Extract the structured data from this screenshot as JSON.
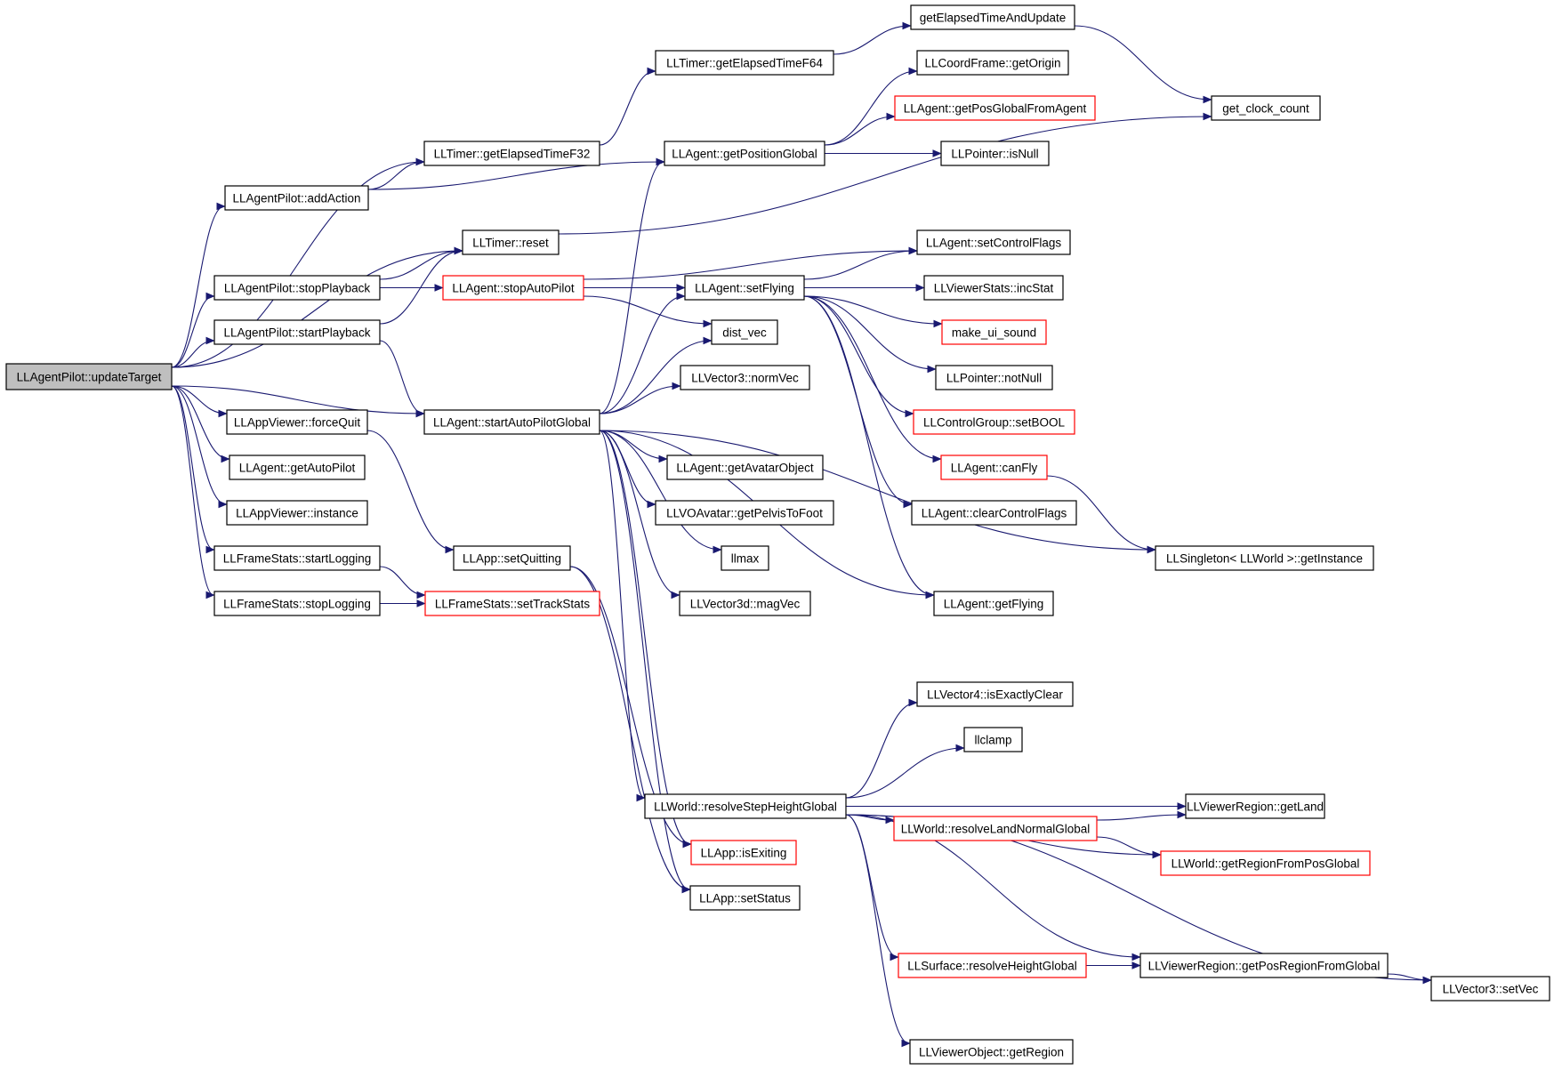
{
  "diagram": {
    "type": "call-graph",
    "nodes": [
      {
        "id": "updateTarget",
        "label": "LLAgentPilot::updateTarget",
        "style": "root"
      },
      {
        "id": "getElapsedTimeF32",
        "label": "LLTimer::getElapsedTimeF32",
        "style": "normal"
      },
      {
        "id": "addAction",
        "label": "LLAgentPilot::addAction",
        "style": "normal"
      },
      {
        "id": "reset",
        "label": "LLTimer::reset",
        "style": "normal"
      },
      {
        "id": "stopPlayback",
        "label": "LLAgentPilot::stopPlayback",
        "style": "normal"
      },
      {
        "id": "startPlayback",
        "label": "LLAgentPilot::startPlayback",
        "style": "normal"
      },
      {
        "id": "forceQuit",
        "label": "LLAppViewer::forceQuit",
        "style": "normal"
      },
      {
        "id": "getAutoPilot",
        "label": "LLAgent::getAutoPilot",
        "style": "normal"
      },
      {
        "id": "appInstance",
        "label": "LLAppViewer::instance",
        "style": "normal"
      },
      {
        "id": "startLogging",
        "label": "LLFrameStats::startLogging",
        "style": "normal"
      },
      {
        "id": "stopLogging",
        "label": "LLFrameStats::stopLogging",
        "style": "normal"
      },
      {
        "id": "getElapsedTimeF64",
        "label": "LLTimer::getElapsedTimeF64",
        "style": "normal"
      },
      {
        "id": "getPositionGlobal",
        "label": "LLAgent::getPositionGlobal",
        "style": "normal"
      },
      {
        "id": "stopAutoPilot",
        "label": "LLAgent::stopAutoPilot",
        "style": "red"
      },
      {
        "id": "startAutoPilotGlobal",
        "label": "LLAgent::startAutoPilotGlobal",
        "style": "normal"
      },
      {
        "id": "setQuitting",
        "label": "LLApp::setQuitting",
        "style": "normal"
      },
      {
        "id": "setTrackStats",
        "label": "LLFrameStats::setTrackStats",
        "style": "red"
      },
      {
        "id": "getElapsedTimeAndUpdate",
        "label": "getElapsedTimeAndUpdate",
        "style": "normal"
      },
      {
        "id": "getOrigin",
        "label": "LLCoordFrame::getOrigin",
        "style": "normal"
      },
      {
        "id": "getPosGlobalFromAgent",
        "label": "LLAgent::getPosGlobalFromAgent",
        "style": "red"
      },
      {
        "id": "isNull",
        "label": "LLPointer::isNull",
        "style": "normal"
      },
      {
        "id": "getClockCount",
        "label": "get_clock_count",
        "style": "normal"
      },
      {
        "id": "setControlFlags",
        "label": "LLAgent::setControlFlags",
        "style": "normal"
      },
      {
        "id": "setFlying",
        "label": "LLAgent::setFlying",
        "style": "normal"
      },
      {
        "id": "incStat",
        "label": "LLViewerStats::incStat",
        "style": "normal"
      },
      {
        "id": "distVec",
        "label": "dist_vec",
        "style": "normal"
      },
      {
        "id": "makeUiSound",
        "label": "make_ui_sound",
        "style": "red"
      },
      {
        "id": "normVec",
        "label": "LLVector3::normVec",
        "style": "normal"
      },
      {
        "id": "notNull",
        "label": "LLPointer::notNull",
        "style": "normal"
      },
      {
        "id": "setBOOL",
        "label": "LLControlGroup::setBOOL",
        "style": "red"
      },
      {
        "id": "getAvatarObject",
        "label": "LLAgent::getAvatarObject",
        "style": "normal"
      },
      {
        "id": "canFly",
        "label": "LLAgent::canFly",
        "style": "red"
      },
      {
        "id": "getPelvisToFoot",
        "label": "LLVOAvatar::getPelvisToFoot",
        "style": "normal"
      },
      {
        "id": "clearControlFlags",
        "label": "LLAgent::clearControlFlags",
        "style": "normal"
      },
      {
        "id": "llmax",
        "label": "llmax",
        "style": "normal"
      },
      {
        "id": "getInstance",
        "label": "LLSingleton< LLWorld >::getInstance",
        "style": "normal"
      },
      {
        "id": "magVec",
        "label": "LLVector3d::magVec",
        "style": "normal"
      },
      {
        "id": "getFlying",
        "label": "LLAgent::getFlying",
        "style": "normal"
      },
      {
        "id": "isExactlyClear",
        "label": "LLVector4::isExactlyClear",
        "style": "normal"
      },
      {
        "id": "llclamp",
        "label": "llclamp",
        "style": "normal"
      },
      {
        "id": "resolveStepHeightGlobal",
        "label": "LLWorld::resolveStepHeightGlobal",
        "style": "normal"
      },
      {
        "id": "resolveLandNormalGlobal",
        "label": "LLWorld::resolveLandNormalGlobal",
        "style": "red"
      },
      {
        "id": "getLand",
        "label": "LLViewerRegion::getLand",
        "style": "normal"
      },
      {
        "id": "isExiting",
        "label": "LLApp::isExiting",
        "style": "red"
      },
      {
        "id": "getRegionFromPosGlobal",
        "label": "LLWorld::getRegionFromPosGlobal",
        "style": "red"
      },
      {
        "id": "setStatus",
        "label": "LLApp::setStatus",
        "style": "normal"
      },
      {
        "id": "resolveHeightGlobal",
        "label": "LLSurface::resolveHeightGlobal",
        "style": "red"
      },
      {
        "id": "getPosRegionFromGlobal",
        "label": "LLViewerRegion::getPosRegionFromGlobal",
        "style": "normal"
      },
      {
        "id": "setVec",
        "label": "LLVector3::setVec",
        "style": "normal"
      },
      {
        "id": "getRegion",
        "label": "LLViewerObject::getRegion",
        "style": "normal"
      }
    ],
    "edges": [
      [
        "updateTarget",
        "getElapsedTimeF32"
      ],
      [
        "updateTarget",
        "addAction"
      ],
      [
        "updateTarget",
        "reset"
      ],
      [
        "updateTarget",
        "stopPlayback"
      ],
      [
        "updateTarget",
        "startPlayback"
      ],
      [
        "updateTarget",
        "startAutoPilotGlobal"
      ],
      [
        "updateTarget",
        "forceQuit"
      ],
      [
        "updateTarget",
        "getAutoPilot"
      ],
      [
        "updateTarget",
        "appInstance"
      ],
      [
        "updateTarget",
        "startLogging"
      ],
      [
        "updateTarget",
        "stopLogging"
      ],
      [
        "addAction",
        "getElapsedTimeF32"
      ],
      [
        "addAction",
        "getPositionGlobal"
      ],
      [
        "stopPlayback",
        "reset"
      ],
      [
        "stopPlayback",
        "stopAutoPilot"
      ],
      [
        "startPlayback",
        "reset"
      ],
      [
        "startPlayback",
        "startAutoPilotGlobal"
      ],
      [
        "forceQuit",
        "setQuitting"
      ],
      [
        "startLogging",
        "setTrackStats"
      ],
      [
        "stopLogging",
        "setTrackStats"
      ],
      [
        "getElapsedTimeF32",
        "getElapsedTimeF64"
      ],
      [
        "getElapsedTimeF64",
        "getElapsedTimeAndUpdate"
      ],
      [
        "getElapsedTimeAndUpdate",
        "getClockCount"
      ],
      [
        "reset",
        "getClockCount"
      ],
      [
        "getPositionGlobal",
        "getOrigin"
      ],
      [
        "getPositionGlobal",
        "getPosGlobalFromAgent"
      ],
      [
        "getPositionGlobal",
        "isNull"
      ],
      [
        "stopAutoPilot",
        "setControlFlags"
      ],
      [
        "stopAutoPilot",
        "setFlying"
      ],
      [
        "stopAutoPilot",
        "distVec"
      ],
      [
        "startAutoPilotGlobal",
        "getPositionGlobal"
      ],
      [
        "startAutoPilotGlobal",
        "setFlying"
      ],
      [
        "startAutoPilotGlobal",
        "distVec"
      ],
      [
        "startAutoPilotGlobal",
        "normVec"
      ],
      [
        "startAutoPilotGlobal",
        "getAvatarObject"
      ],
      [
        "startAutoPilotGlobal",
        "getPelvisToFoot"
      ],
      [
        "startAutoPilotGlobal",
        "llmax"
      ],
      [
        "startAutoPilotGlobal",
        "magVec"
      ],
      [
        "startAutoPilotGlobal",
        "getInstance"
      ],
      [
        "startAutoPilotGlobal",
        "resolveStepHeightGlobal"
      ],
      [
        "startAutoPilotGlobal",
        "isExiting"
      ],
      [
        "startAutoPilotGlobal",
        "setStatus"
      ],
      [
        "startAutoPilotGlobal",
        "getFlying"
      ],
      [
        "setQuitting",
        "isExiting"
      ],
      [
        "setQuitting",
        "setStatus"
      ],
      [
        "setFlying",
        "setControlFlags"
      ],
      [
        "setFlying",
        "incStat"
      ],
      [
        "setFlying",
        "makeUiSound"
      ],
      [
        "setFlying",
        "notNull"
      ],
      [
        "setFlying",
        "setBOOL"
      ],
      [
        "setFlying",
        "canFly"
      ],
      [
        "setFlying",
        "clearControlFlags"
      ],
      [
        "setFlying",
        "getFlying"
      ],
      [
        "canFly",
        "getInstance"
      ],
      [
        "resolveStepHeightGlobal",
        "isExactlyClear"
      ],
      [
        "resolveStepHeightGlobal",
        "llclamp"
      ],
      [
        "resolveStepHeightGlobal",
        "getLand"
      ],
      [
        "resolveStepHeightGlobal",
        "resolveLandNormalGlobal"
      ],
      [
        "resolveStepHeightGlobal",
        "getRegionFromPosGlobal"
      ],
      [
        "resolveStepHeightGlobal",
        "resolveHeightGlobal"
      ],
      [
        "resolveStepHeightGlobal",
        "getPosRegionFromGlobal"
      ],
      [
        "resolveStepHeightGlobal",
        "setVec"
      ],
      [
        "resolveStepHeightGlobal",
        "getRegion"
      ],
      [
        "resolveLandNormalGlobal",
        "getLand"
      ],
      [
        "resolveLandNormalGlobal",
        "getRegionFromPosGlobal"
      ],
      [
        "resolveHeightGlobal",
        "getPosRegionFromGlobal"
      ],
      [
        "getPosRegionFromGlobal",
        "setVec"
      ]
    ]
  }
}
